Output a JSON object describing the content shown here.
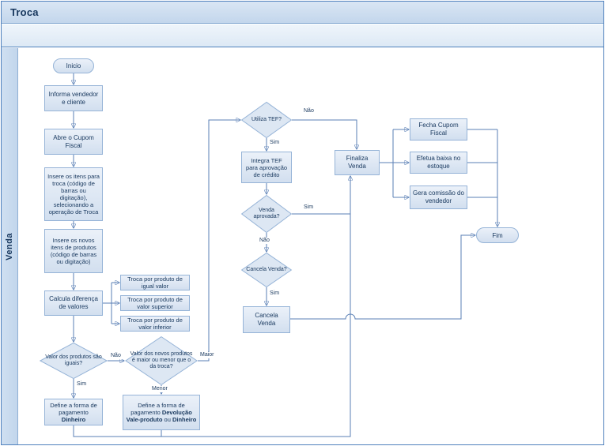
{
  "header": {
    "title": "Troca"
  },
  "lane": {
    "label": "Venda"
  },
  "nodes": {
    "inicio": {
      "label": "Inicio"
    },
    "informa": {
      "label": "Informa vendedor e cliente"
    },
    "abre": {
      "label": "Abre o Cupom Fiscal"
    },
    "insere_troca": {
      "label": "Insere os itens para troca (código de barras ou digitação), selecionando a operação de Troca"
    },
    "insere_novos": {
      "label": "Insere os novos itens de produtos (código de barras ou digitação)"
    },
    "calcula": {
      "label": "Calcula diferença de valores"
    },
    "troca_igual": {
      "label": "Troca por produto de igual valor"
    },
    "troca_superior": {
      "label": "Troca por produto de valor superior"
    },
    "troca_inferior": {
      "label": "Troca por produto de valor inferior"
    },
    "valor_iguais": {
      "label": "Valor dos produtos são iguais?"
    },
    "define_dinheiro": {
      "prefix": "Define a forma de pagamento ",
      "bold": "Dinheiro"
    },
    "maior_menor": {
      "label": "Valor dos novos produtos é maior ou menor que o da troca?"
    },
    "define_devolucao": {
      "prefix": "Define a forma de pagamento ",
      "bold1": "Devolução Vale-produto",
      "mid": " ou ",
      "bold2": "Dinheiro"
    },
    "utiliza_tef": {
      "label": "Utiliza TEF?"
    },
    "integra_tef": {
      "label": "Integra TEF para aprovação de crédito"
    },
    "venda_aprovada": {
      "label": "Venda aprovada?"
    },
    "cancela_q": {
      "label": "Cancela Venda?"
    },
    "cancela_venda": {
      "label": "Cancela Venda"
    },
    "finaliza": {
      "label": "Finaliza Venda"
    },
    "fecha_cupom": {
      "label": "Fecha Cupom Fiscal"
    },
    "efetua_baixa": {
      "label": "Efetua baixa no estoque"
    },
    "gera_comissao": {
      "label": "Gera comissão do vendedor"
    },
    "fim": {
      "label": "Fim"
    }
  },
  "edge_labels": {
    "valor_iguais_sim": "Sim",
    "valor_iguais_nao": "Não",
    "maior": "Maior",
    "menor": "Menor",
    "utiliza_tef_nao": "Não",
    "utiliza_tef_sim": "Sim",
    "venda_aprovada_sim": "Sim",
    "venda_aprovada_nao": "Não",
    "cancela_sim": "Sim"
  },
  "colors": {
    "accent": "#4f81bd",
    "node_fill": "#dde7f3",
    "node_border": "#95b3d7",
    "text": "#17375d"
  }
}
